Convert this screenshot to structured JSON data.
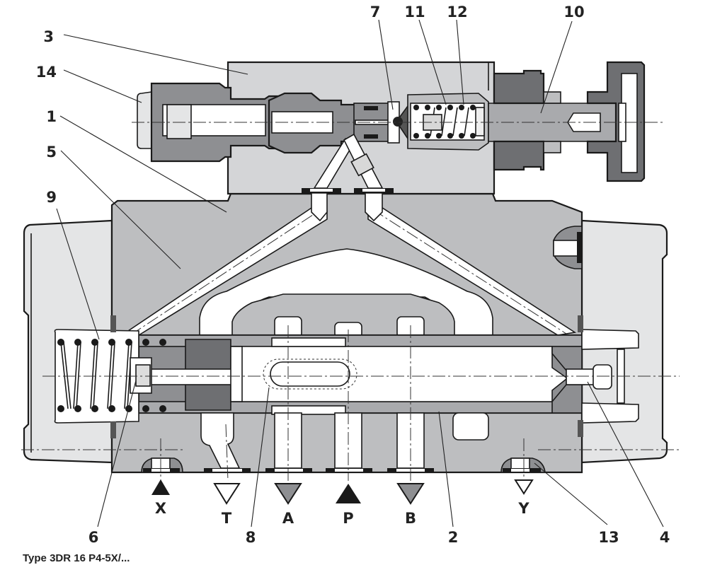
{
  "diagram": {
    "title": "Type 3DR 16 P4-5X/...",
    "callouts": [
      {
        "id": "3",
        "label": "3"
      },
      {
        "id": "14",
        "label": "14"
      },
      {
        "id": "1",
        "label": "1"
      },
      {
        "id": "5",
        "label": "5"
      },
      {
        "id": "9",
        "label": "9"
      },
      {
        "id": "7",
        "label": "7"
      },
      {
        "id": "11",
        "label": "11"
      },
      {
        "id": "12",
        "label": "12"
      },
      {
        "id": "10",
        "label": "10"
      },
      {
        "id": "6",
        "label": "6"
      },
      {
        "id": "8",
        "label": "8"
      },
      {
        "id": "2",
        "label": "2"
      },
      {
        "id": "13",
        "label": "13"
      },
      {
        "id": "4",
        "label": "4"
      }
    ],
    "ports": [
      {
        "id": "X",
        "label": "X",
        "symbol": "triangle-up-filled-black"
      },
      {
        "id": "T",
        "label": "T",
        "symbol": "triangle-down-outline"
      },
      {
        "id": "A",
        "label": "A",
        "symbol": "triangle-down-filled-grey"
      },
      {
        "id": "P",
        "label": "P",
        "symbol": "triangle-up-filled-black"
      },
      {
        "id": "B",
        "label": "B",
        "symbol": "triangle-down-filled-grey"
      },
      {
        "id": "Y",
        "label": "Y",
        "symbol": "triangle-down-outline"
      }
    ],
    "colors": {
      "body_light": "#e4e5e6",
      "body_mid": "#bdbec0",
      "body_dark": "#8e8f92",
      "outline": "#1a1a1a",
      "bore": "#ffffff",
      "seal": "#1a1a1a"
    }
  }
}
